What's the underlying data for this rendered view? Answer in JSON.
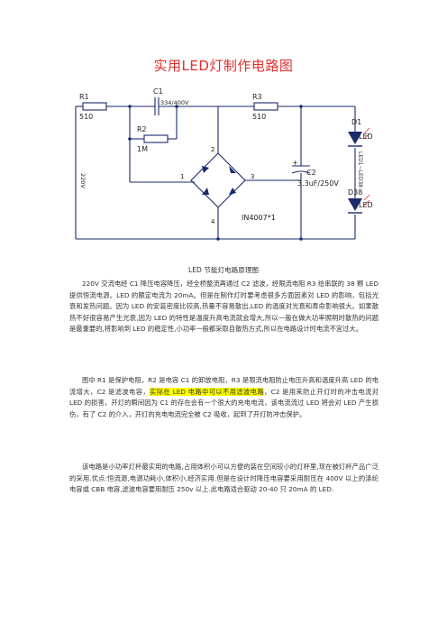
{
  "title": "实用LED灯制作电路图",
  "schematic": {
    "r1_ref": "R1",
    "r1_val": "510",
    "c1_ref": "C1",
    "c1_val": "334/400V",
    "r2_ref": "R2",
    "r2_val": "1M",
    "r3_ref": "R3",
    "r3_val": "510",
    "input_label": "220V",
    "c2_ref": "C2",
    "c2_val": "3.3uF/250V",
    "bridge_note": "IN4007*1",
    "d1_ref": "D1",
    "d1_val": "LED",
    "d38_ref": "D38",
    "d38_val": "LED",
    "chain_label": "LED1~LED38",
    "node_1": "1",
    "node_2": "2",
    "node_3": "3",
    "node_4": "4",
    "plus_sign": "+"
  },
  "caption": "LED 节能灯电路原理图",
  "para1": "220V 交流电经 C1 降压电容降压，经全桥整流再通过 C2 滤波，经限流电阻 R3 给串联的 38 颗 LED 提供恒流电源。LED 的额定电流为 20mA。但是在制作灯时要考虑很多方面因素对 LED 的影响，包括光衰和发热问题。因为 LED 的安装密度比较高,热量不容易散出,LED 的温度对光衰和寿命影响很大。如果散热不好很容易产生光衰,因为 LED 的特性是温度升高电流就会增大,所以一般在做大功率照明时散热的问题是最重要的,将影响到 LED 的稳定性,小功率一般都采取自散热方式,所以在电路设计时电流不宜过大。",
  "para2_a": "图中 R1 是保护电阻，R2 是电容 C1 的卸放电阻，R3 是限流电阻防止电压升高和温度升高 LED 的电流增大，C2 是滤波电容，",
  "para2_hl": "实际在 LED 电路中可以不用滤波电路",
  "para2_b": "，C2 是用来防止开灯时的冲击电流对 LED 的损害，开灯的瞬间因为 C1 的存在会有一个很大的充电电流，该电流流过 LED 将会对 LED 产生损伤，有了 C2 的介入，开灯的充电电流完全被 C2 吸收，起到了开灯防冲击保护。",
  "para3": "该电路是小功率灯杯最实用的电路,占用体积小可以方便的装在空间较小的灯杯里,现在被灯杯产品广泛的采用.优点:恒流源,电源功耗小,体积小,经济实用.但是在设计时降压电容要采用耐压在 400V 以上的涤纶电容或 CBB 电容,滤波电容要用耐压 250v 以上.此电路适合驱动 20-40 只 20mA 的 LED."
}
